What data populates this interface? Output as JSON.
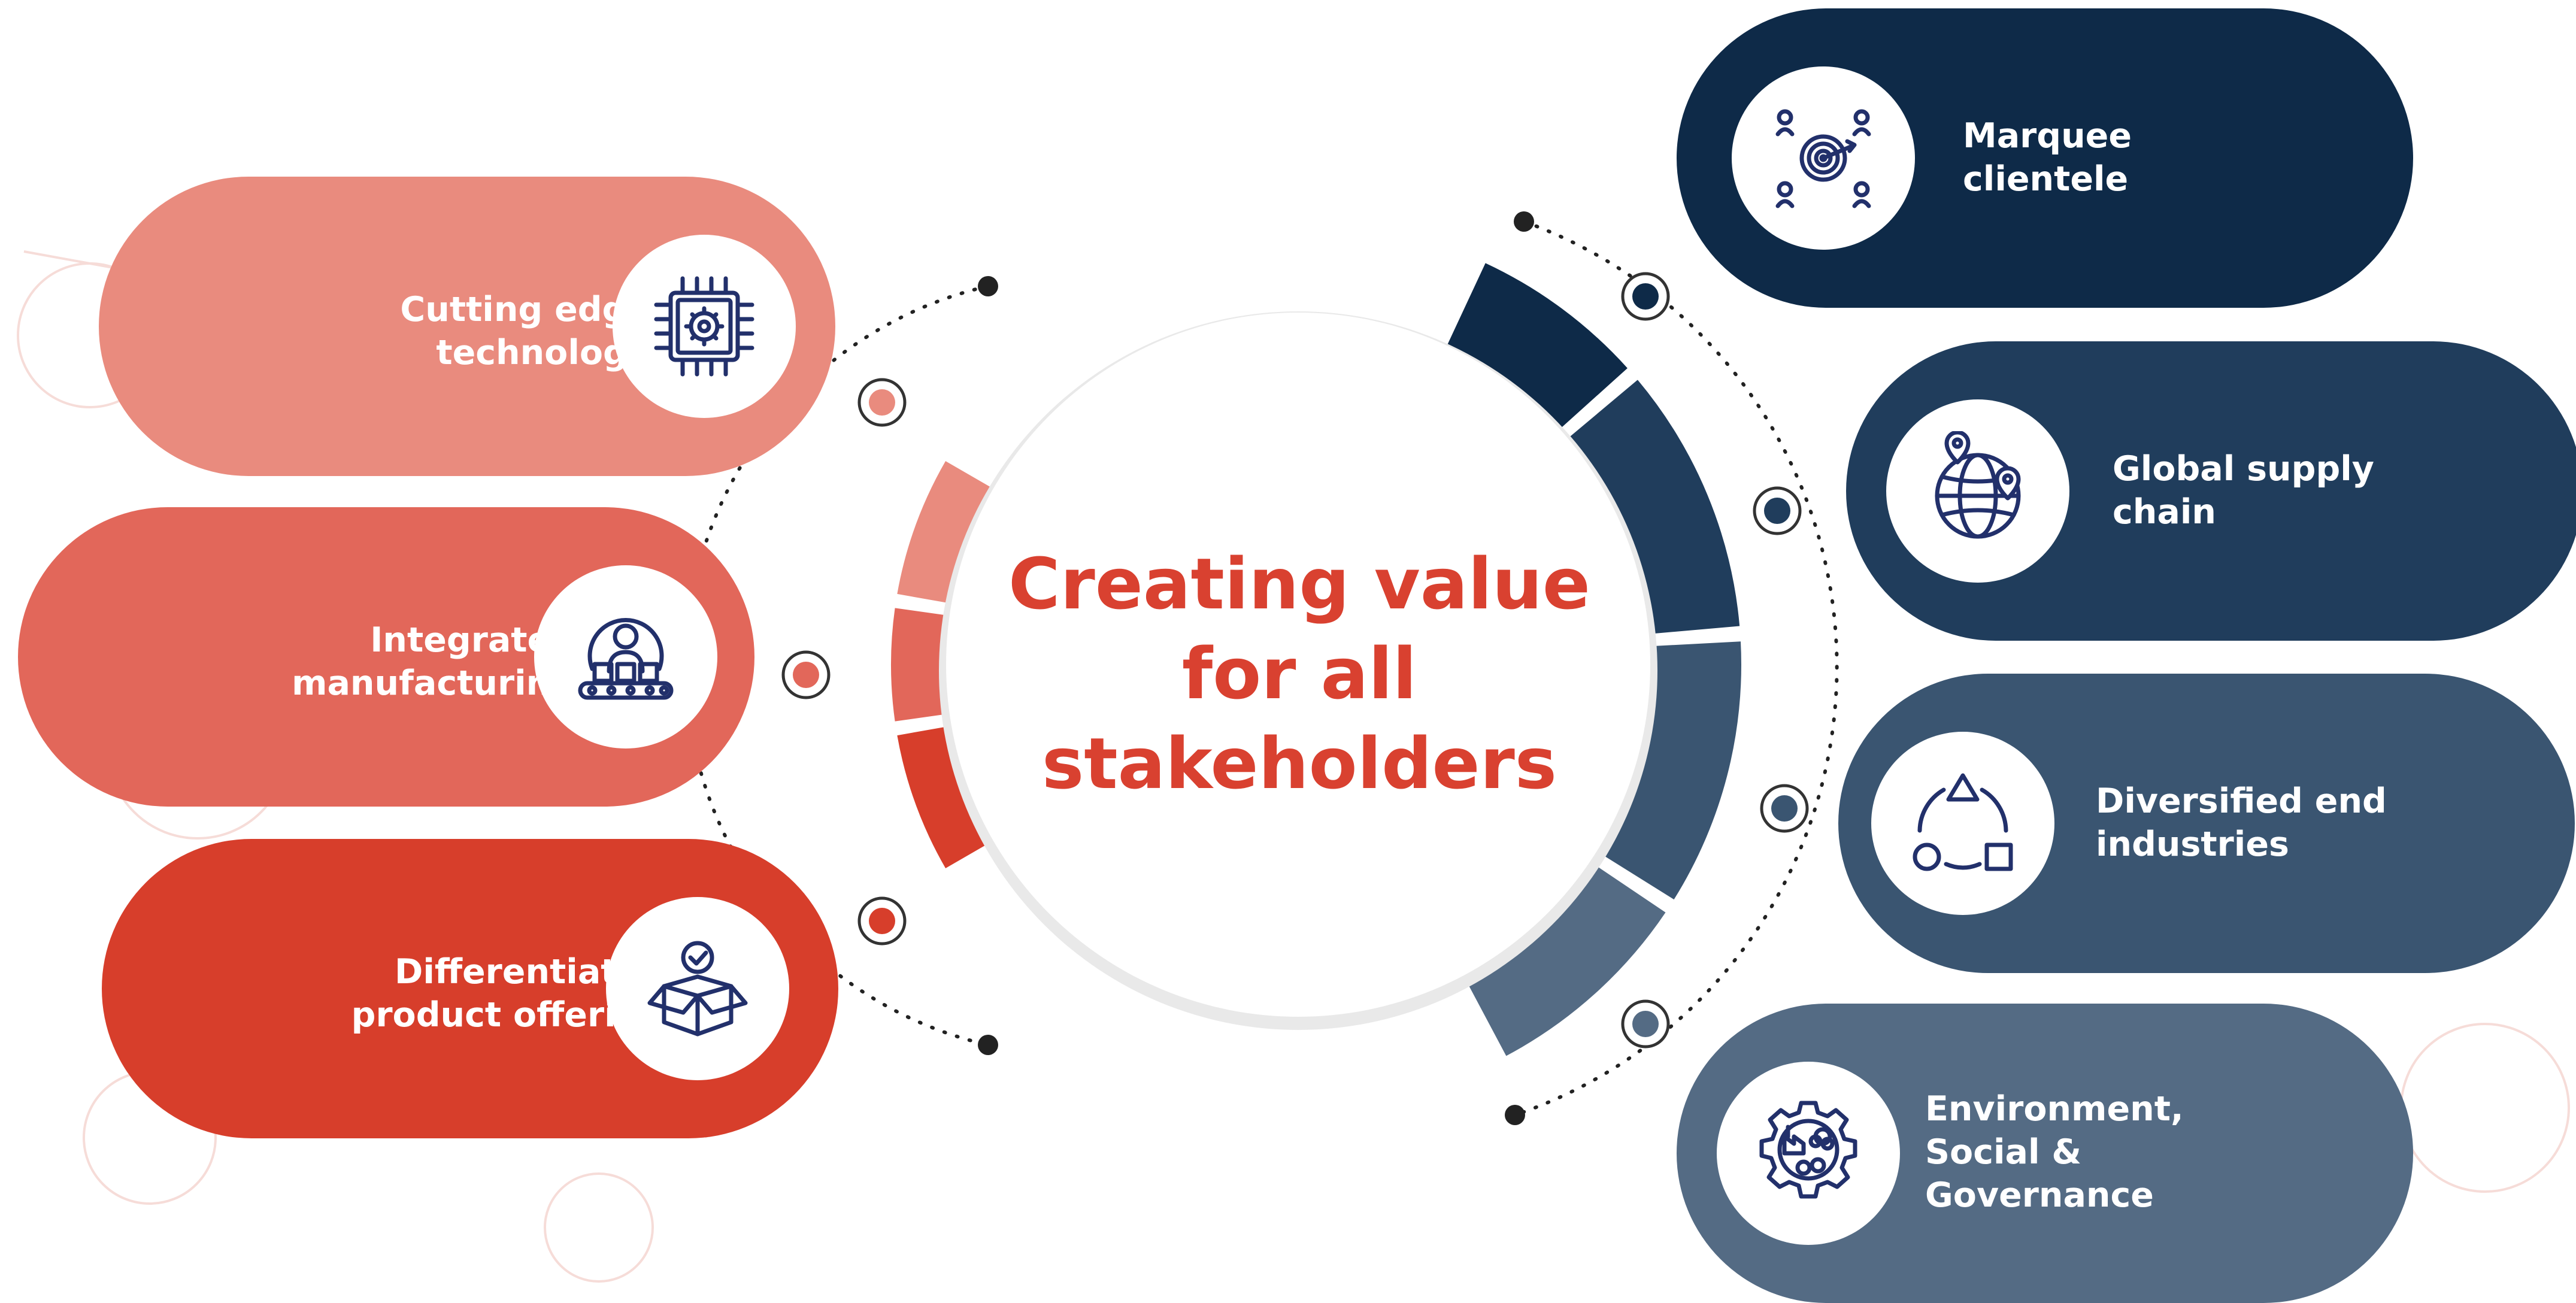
{
  "center_title": {
    "line1": "Creating value",
    "line2": "for all",
    "line3": "stakeholders"
  },
  "left_items": [
    {
      "line1": "Cutting edge",
      "line2": "technology",
      "icon": "chip-gear-icon",
      "color": "#e98b7e"
    },
    {
      "line1": "Integrated",
      "line2": "manufacturing",
      "icon": "worker-conveyor-icon",
      "color": "#e2675a"
    },
    {
      "line1": "Differentiated",
      "line2": "product offering",
      "icon": "box-check-icon",
      "color": "#d73e2b"
    }
  ],
  "right_items": [
    {
      "line1": "Marquee",
      "line2": "clientele",
      "line3": "",
      "icon": "target-people-icon",
      "color": "#0e2a48"
    },
    {
      "line1": "Global supply",
      "line2": "chain",
      "line3": "",
      "icon": "globe-pins-icon",
      "color": "#203d5c"
    },
    {
      "line1": "Diversified end",
      "line2": "industries",
      "line3": "",
      "icon": "shapes-cycle-icon",
      "color": "#3a5571"
    },
    {
      "line1": "Environment,",
      "line2": "Social &",
      "line3": "Governance",
      "icon": "gear-factory-icon",
      "color": "#546b84"
    }
  ],
  "colors": {
    "title": "#d94130",
    "left_arc": [
      "#e98b7e",
      "#e2675a",
      "#d73e2b"
    ],
    "right_arc": [
      "#0e2a48",
      "#203d5c",
      "#3a5571",
      "#546b84"
    ],
    "icon_stroke_left": "#22306b",
    "icon_stroke_right": "#22306b"
  }
}
